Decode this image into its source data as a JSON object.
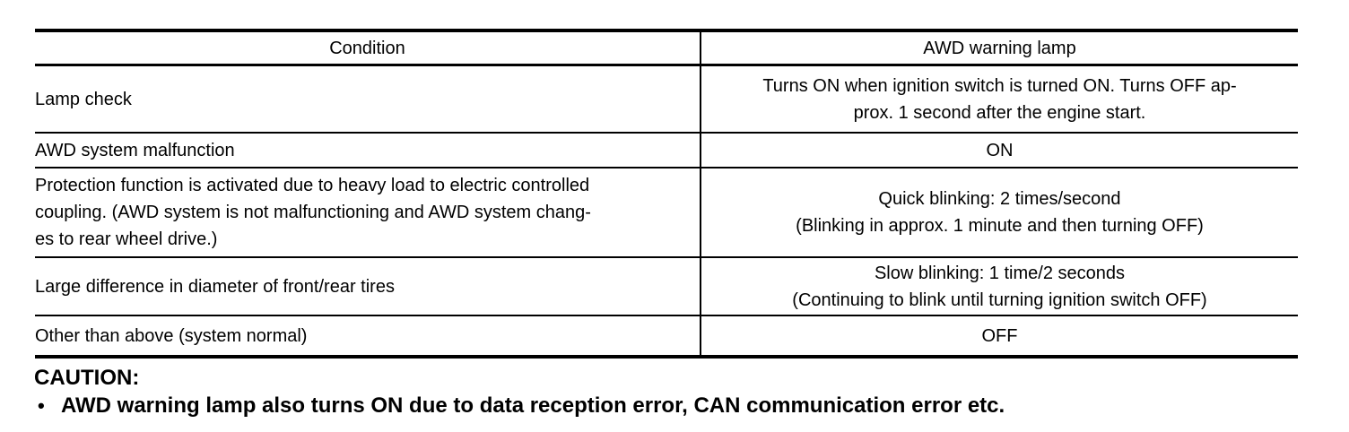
{
  "table": {
    "headers": [
      "Condition",
      "AWD warning lamp"
    ],
    "rows": [
      {
        "condition": [
          "Lamp check"
        ],
        "lamp": [
          "Turns ON when ignition switch is turned ON. Turns OFF ap-",
          "prox. 1 second after the engine start."
        ]
      },
      {
        "condition": [
          "AWD system malfunction"
        ],
        "lamp": [
          "ON"
        ]
      },
      {
        "condition": [
          "Protection function is activated due to heavy load to electric controlled",
          "coupling. (AWD system is not malfunctioning and AWD system chang-",
          "es to rear wheel drive.)"
        ],
        "lamp": [
          "Quick blinking: 2 times/second",
          "(Blinking in approx. 1 minute and then turning OFF)"
        ]
      },
      {
        "condition": [
          "Large difference in diameter of front/rear tires"
        ],
        "lamp": [
          "Slow blinking: 1 time/2 seconds",
          "(Continuing to blink until turning ignition switch OFF)"
        ]
      },
      {
        "condition": [
          "Other than above (system normal)"
        ],
        "lamp": [
          "OFF"
        ]
      }
    ]
  },
  "caution": {
    "label": "CAUTION:",
    "bullet": "•",
    "items": [
      "AWD warning lamp also turns ON due to data reception error, CAN communication error etc."
    ]
  }
}
